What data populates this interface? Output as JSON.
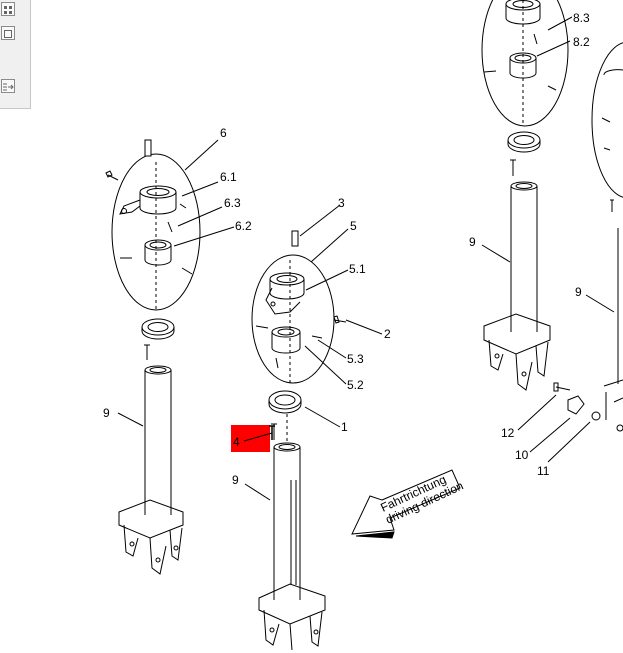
{
  "toolbar": {
    "buttons": [
      {
        "icon": "grid-view-icon"
      },
      {
        "icon": "single-view-icon"
      },
      {
        "icon": "list-arrow-icon"
      }
    ]
  },
  "diagram": {
    "highlight_color": "#ff0000",
    "callouts": {
      "c6": "6",
      "c61": "6.1",
      "c63": "6.3",
      "c62": "6.2",
      "c9a": "9",
      "c3": "3",
      "c5": "5",
      "c51": "5.1",
      "c2": "2",
      "c53": "5.3",
      "c52": "5.2",
      "c1": "1",
      "c4": "4",
      "c9b": "9",
      "c83": "8.3",
      "c82": "8.2",
      "c9c": "9",
      "c9d": "9",
      "c12": "12",
      "c10": "10",
      "c11": "11"
    },
    "arrow_text": {
      "line1": "Fahrtrichtung",
      "line2": "driving direction"
    }
  }
}
